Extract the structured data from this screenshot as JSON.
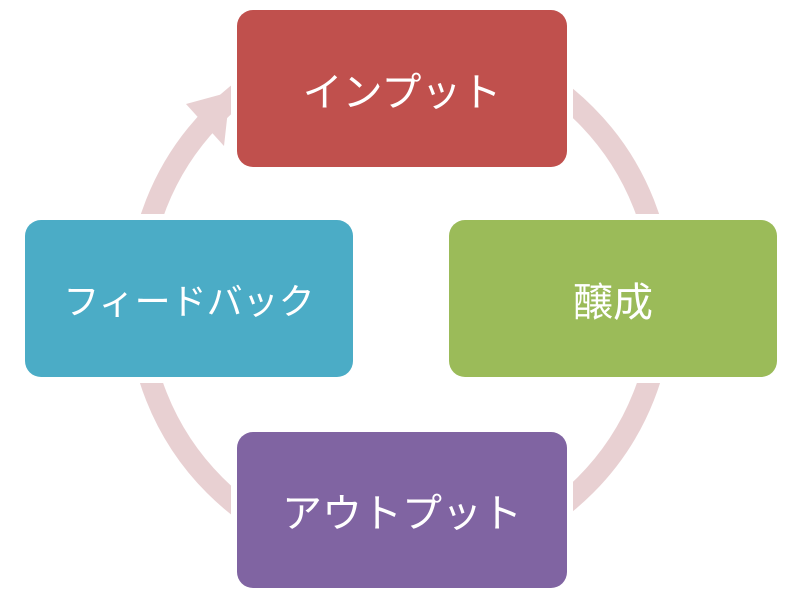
{
  "colors": {
    "arrow": "#e8d0d2",
    "input": "#c0504d",
    "brew": "#9bbb59",
    "output": "#8064a2",
    "feedback": "#4bacc6"
  },
  "nodes": {
    "input": "インプット",
    "brew": "醸成",
    "output": "アウトプット",
    "feedback": "フィードバック"
  }
}
